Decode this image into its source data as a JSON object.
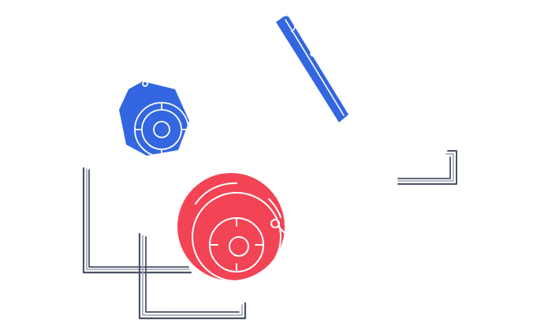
{
  "scene": {
    "background": "#ffffff"
  },
  "palette": {
    "blue": "#3366e0",
    "red": "#f24455",
    "outline": "#4a5266",
    "outline_light": "#9aa1b2",
    "highlight": "#ffffff"
  },
  "objects": [
    {
      "kind": "hexagon",
      "icon": "blue-hexagon-icon",
      "color": "blue",
      "interactable": true
    },
    {
      "kind": "stick",
      "icon": "blue-stick-icon",
      "color": "blue",
      "interactable": true
    },
    {
      "kind": "ball",
      "icon": "red-ball-icon",
      "color": "red",
      "interactable": true
    },
    {
      "kind": "bracket",
      "icon": "tall-l-bracket-icon",
      "color": "outline",
      "interactable": false
    },
    {
      "kind": "bracket",
      "icon": "short-l-bracket-icon",
      "color": "outline",
      "interactable": false
    },
    {
      "kind": "bracket",
      "icon": "right-hook-bracket-icon",
      "color": "outline",
      "interactable": false
    }
  ]
}
